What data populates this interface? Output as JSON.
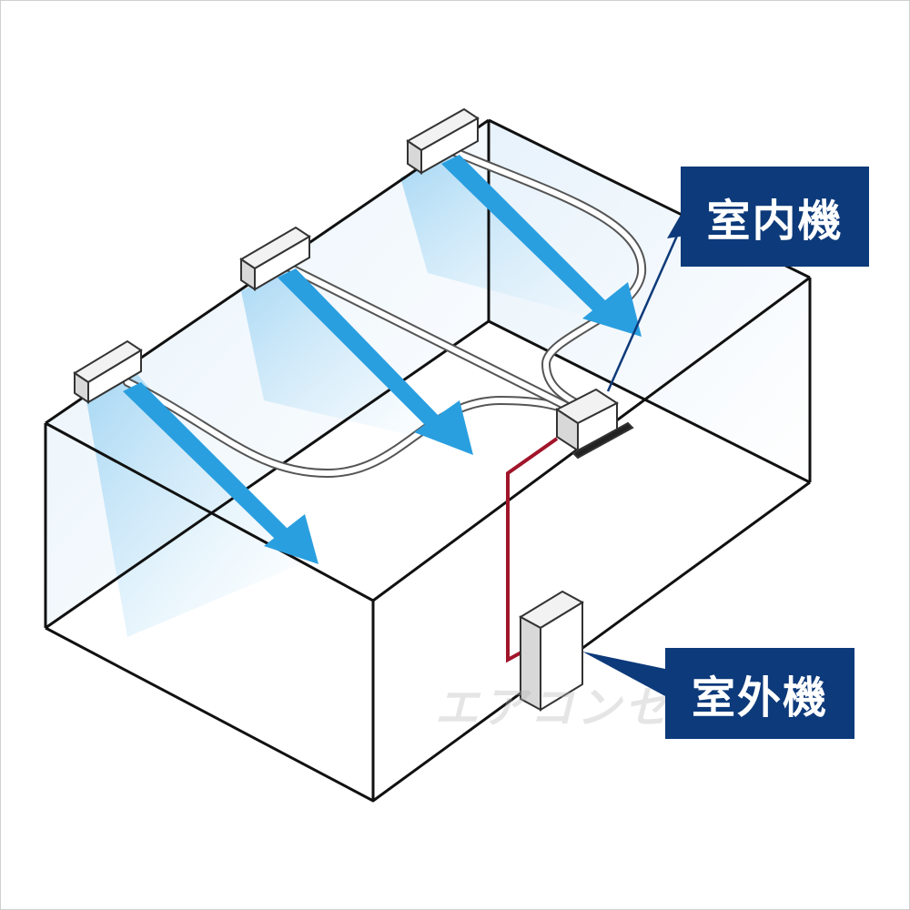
{
  "labels": {
    "indoor_unit": "室内機",
    "outdoor_unit": "室外機"
  },
  "watermark": "エアコンセ",
  "colors": {
    "callout_bg": "#0d3a7a",
    "airflow_arrow": "#2a9fe0",
    "refrigerant_pipe": "#a1142a",
    "outline": "#111111"
  }
}
